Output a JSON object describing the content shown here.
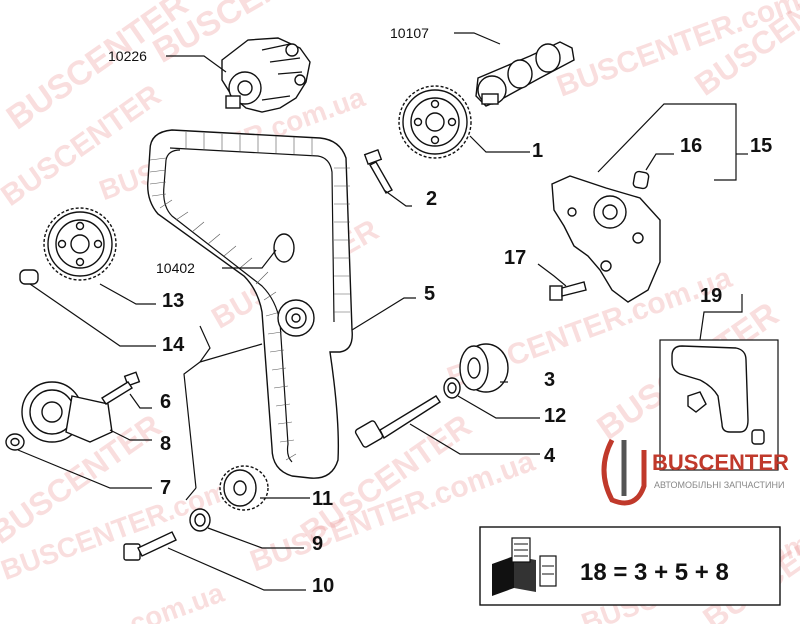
{
  "watermark": {
    "text": "BUSCENTER",
    "domain": "BUSCENTER.com.ua",
    "domain_short": ".com.ua"
  },
  "logo": {
    "brand": "BUSCENTER",
    "tagline": "АВТОМОБІЛЬНІ ЗАПЧАСТИНИ"
  },
  "callouts": [
    {
      "id": "1",
      "text": "1"
    },
    {
      "id": "2",
      "text": "2"
    },
    {
      "id": "3",
      "text": "3"
    },
    {
      "id": "4",
      "text": "4"
    },
    {
      "id": "5",
      "text": "5"
    },
    {
      "id": "6",
      "text": "6"
    },
    {
      "id": "7",
      "text": "7"
    },
    {
      "id": "8",
      "text": "8"
    },
    {
      "id": "9",
      "text": "9"
    },
    {
      "id": "10",
      "text": "10"
    },
    {
      "id": "11",
      "text": "11"
    },
    {
      "id": "12",
      "text": "12"
    },
    {
      "id": "13",
      "text": "13"
    },
    {
      "id": "14",
      "text": "14"
    },
    {
      "id": "15",
      "text": "15"
    },
    {
      "id": "16",
      "text": "16"
    },
    {
      "id": "17",
      "text": "17"
    },
    {
      "id": "19",
      "text": "19"
    },
    {
      "id": "10107",
      "text": "10107"
    },
    {
      "id": "10226",
      "text": "10226"
    },
    {
      "id": "10402",
      "text": "10402"
    }
  ],
  "kit_formula": {
    "text": "18 = 3 + 5 + 8"
  }
}
